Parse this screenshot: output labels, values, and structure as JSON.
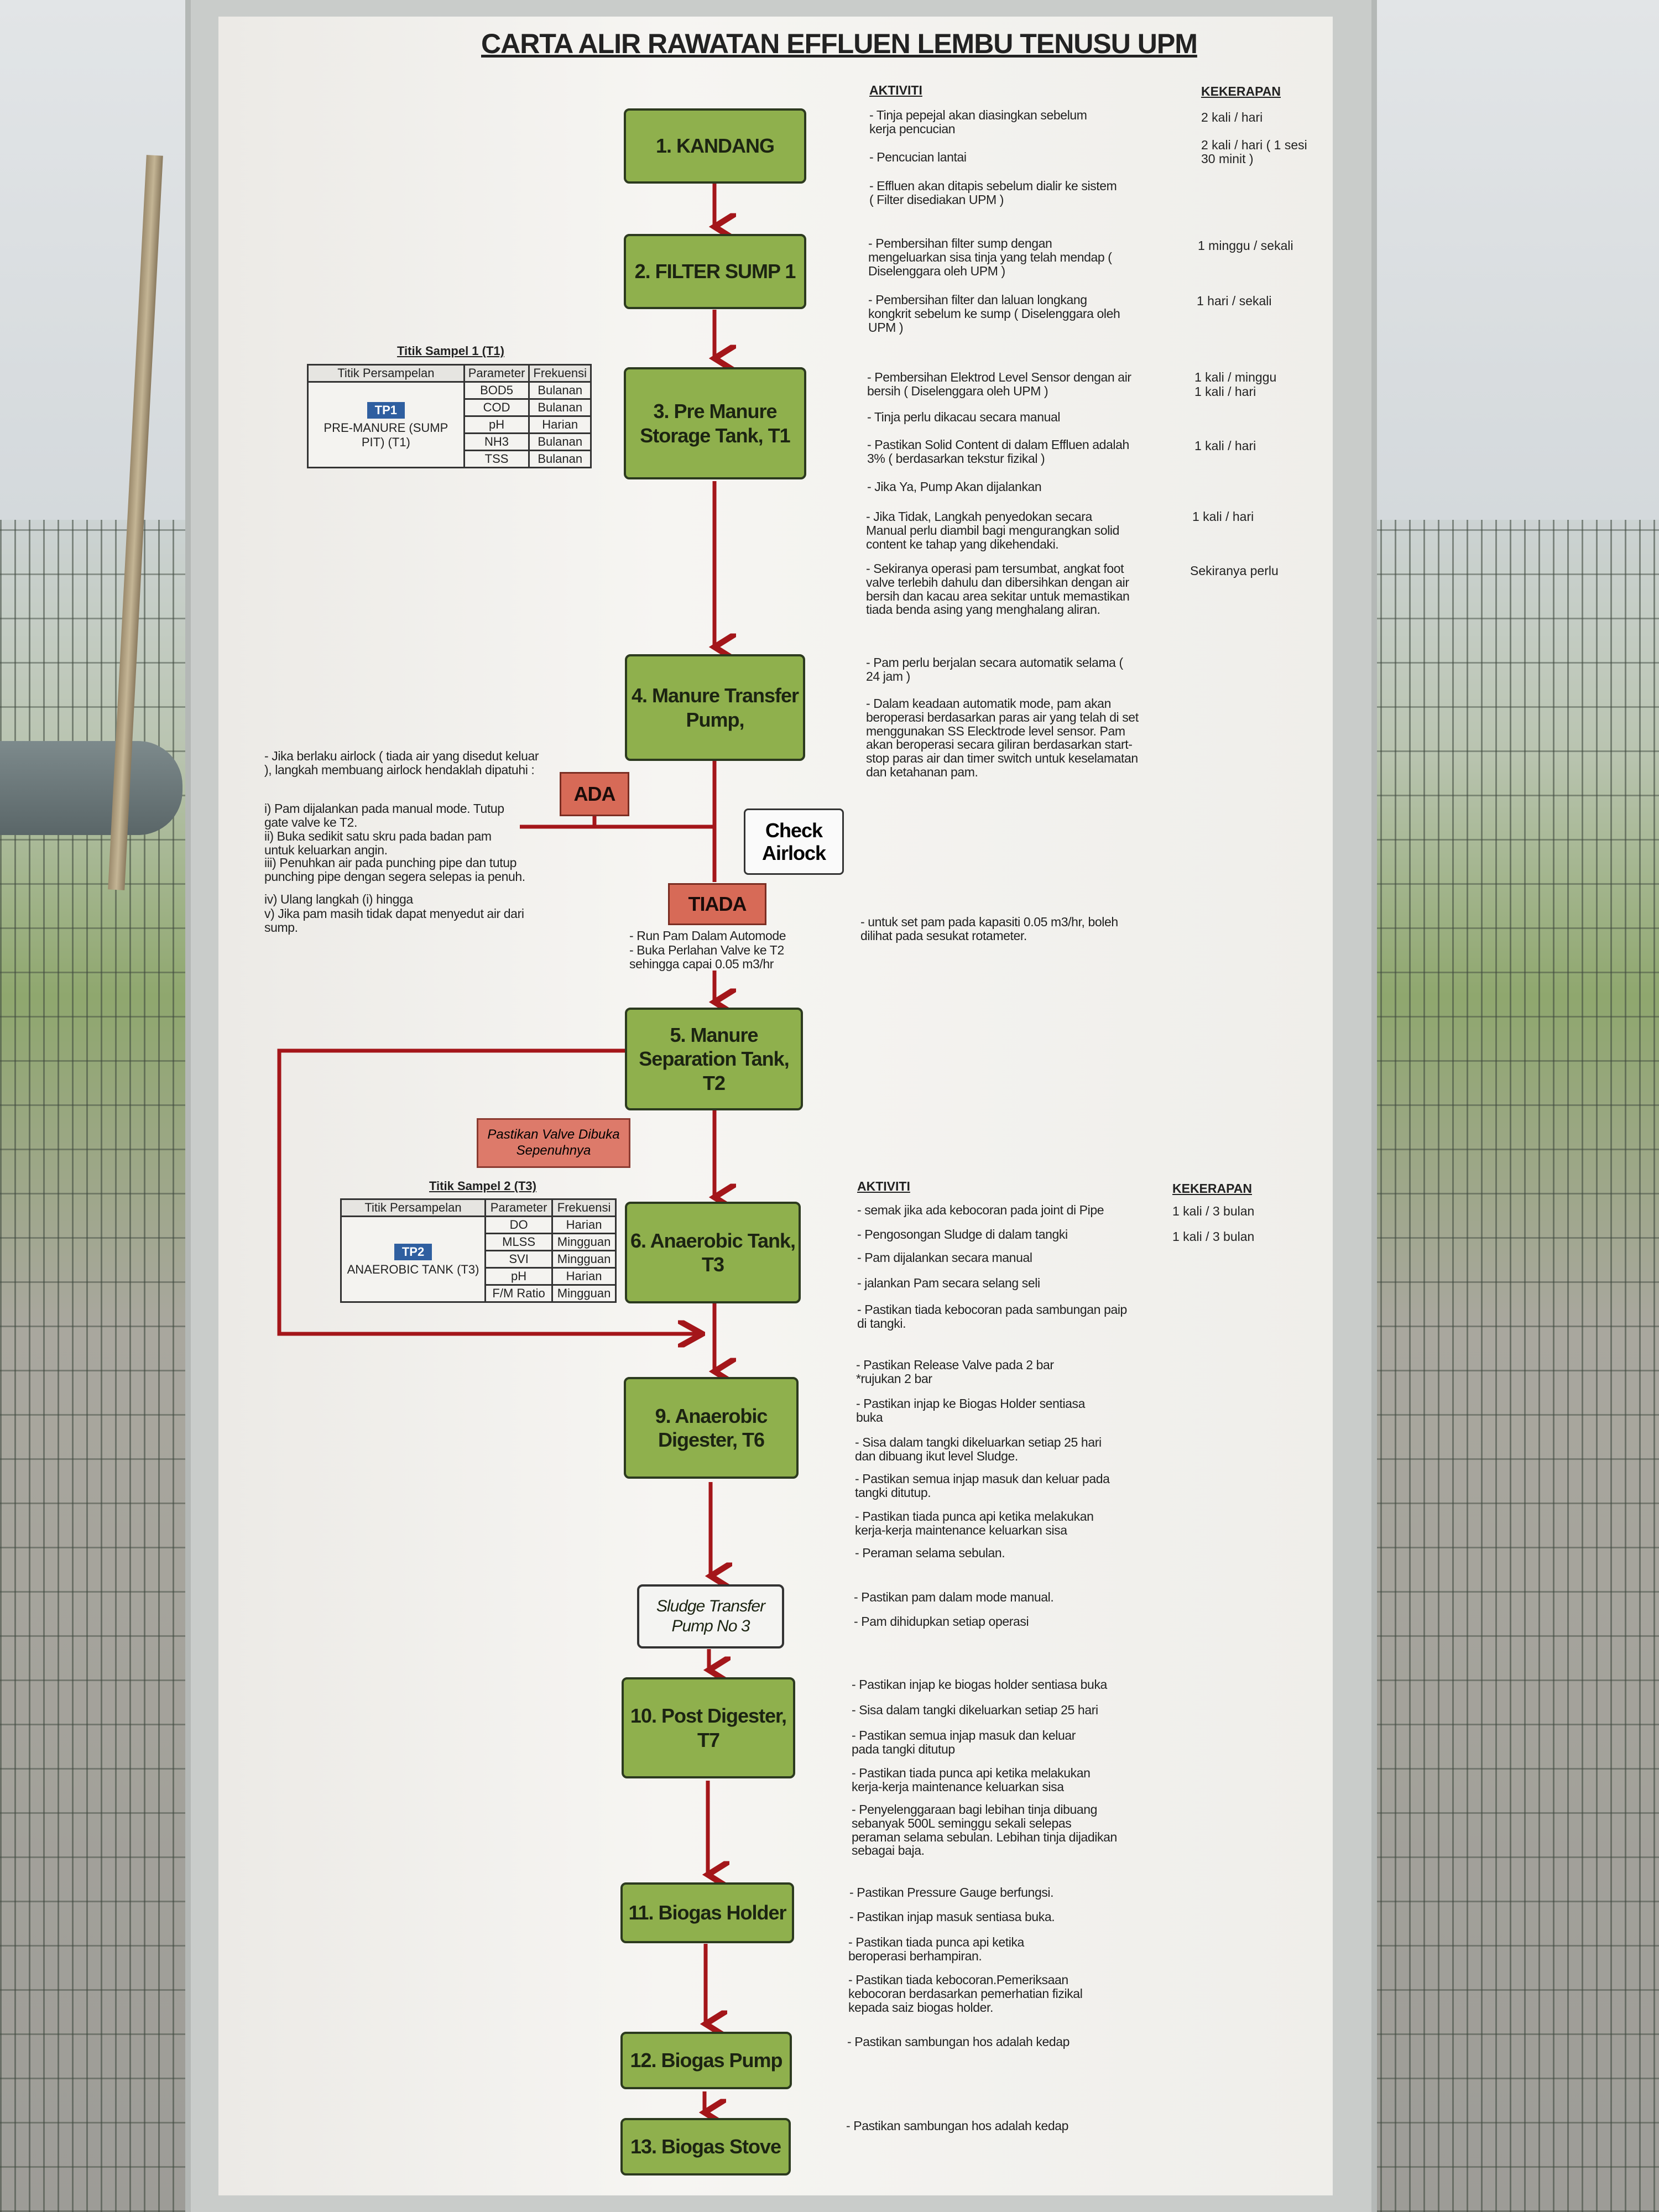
{
  "title": "CARTA ALIR RAWATAN EFFLUEN LEMBU TENUSU UPM",
  "steps": {
    "s1": "1. KANDANG",
    "s2": "2. FILTER SUMP 1",
    "s3": "3. Pre Manure Storage Tank, T1",
    "s4": "4. Manure Transfer Pump,",
    "s5": "5. Manure Separation Tank, T2",
    "s6": "6. Anaerobic Tank, T3",
    "s9": "9. Anaerobic Digester, T6",
    "sludge": "Sludge Transfer Pump No 3",
    "s10": "10. Post Digester, T7",
    "s11": "11. Biogas Holder",
    "s12": "12. Biogas Pump",
    "s13": "13. Biogas Stove"
  },
  "labels": {
    "ada": "ADA",
    "tiada": "TIADA",
    "check_airlock": "Check Airlock",
    "valve": "Pastikan Valve Dibuka Sepenuhnya"
  },
  "headers": {
    "aktiviti": "AKTIVITI",
    "kekerapan": "KEKERAPAN"
  },
  "activities1": [
    "- Tinja pepejal akan diasingkan sebelum kerja pencucian",
    "- Pencucian lantai",
    "- Effluen akan ditapis sebelum dialir ke sistem ( Filter disediakan UPM )",
    "- Pembersihan filter sump dengan mengeluarkan sisa tinja yang telah mendap ( Diselenggara oleh UPM )",
    "- Pembersihan filter dan laluan longkang kongkrit sebelum ke sump ( Diselenggara oleh UPM )",
    "- Pembersihan Elektrod Level Sensor dengan air bersih ( Diselenggara oleh UPM )",
    "- Tinja perlu dikacau secara manual",
    "- Pastikan Solid Content di dalam Effluen adalah 3% ( berdasarkan tekstur fizikal )",
    "- Jika Ya, Pump Akan dijalankan",
    "- Jika Tidak, Langkah penyedokan secara Manual perlu diambil bagi mengurangkan solid content ke tahap yang dikehendaki.",
    "- Sekiranya operasi pam tersumbat, angkat foot valve terlebih dahulu dan dibersihkan dengan air bersih dan kacau area sekitar untuk memastikan tiada benda asing yang menghalang aliran.",
    "- Pam perlu berjalan secara automatik selama ( 24 jam )",
    "- Dalam keadaan automatik mode, pam akan beroperasi berdasarkan paras air yang telah di set menggunakan SS Elecktrode level sensor. Pam akan beroperasi secara giliran berdasarkan start-stop paras air dan timer switch untuk keselamatan dan ketahanan pam.",
    "- untuk set pam pada kapasiti 0.05 m3/hr, boleh dilihat pada sesukat rotameter."
  ],
  "freq1": [
    "2 kali / hari",
    "2 kali / hari ( 1 sesi 30 minit )",
    "1 minggu / sekali",
    "1 hari / sekali",
    "1 kali / minggu",
    "1 kali / hari",
    "1 kali / hari",
    "1 kali / hari",
    "Sekiranya perlu"
  ],
  "airlock_text": [
    "- Jika berlaku airlock ( tiada air yang disedut keluar ), langkah membuang airlock hendaklah dipatuhi :",
    "i) Pam dijalankan pada manual mode. Tutup gate valve ke T2.",
    "ii) Buka sedikit satu skru pada badan pam untuk keluarkan angin.",
    "iii) Penuhkan air pada punching pipe dan tutup punching pipe dengan segera selepas ia penuh.",
    "iv) Ulang langkah (i) hingga",
    "v) Jika pam masih tidak dapat menyedut air dari sump."
  ],
  "tiada_text": [
    "- Run Pam Dalam Automode",
    "- Buka Perlahan Valve ke T2 sehingga capai 0.05 m3/hr"
  ],
  "table1": {
    "title": "Titik Sampel 1 (T1)",
    "headers": [
      "Titik Persampelan",
      "Parameter",
      "Frekuensi"
    ],
    "tp": "TP1",
    "point": "PRE-MANURE (SUMP PIT) (T1)",
    "rows": [
      [
        "BOD5",
        "Bulanan"
      ],
      [
        "COD",
        "Bulanan"
      ],
      [
        "pH",
        "Harian"
      ],
      [
        "NH3",
        "Bulanan"
      ],
      [
        "TSS",
        "Bulanan"
      ]
    ]
  },
  "table2": {
    "title": "Titik Sampel 2 (T3)",
    "headers": [
      "Titik Persampelan",
      "Parameter",
      "Frekuensi"
    ],
    "tp": "TP2",
    "point": "ANAEROBIC TANK (T3)",
    "rows": [
      [
        "DO",
        "Harian"
      ],
      [
        "MLSS",
        "Mingguan"
      ],
      [
        "SVI",
        "Mingguan"
      ],
      [
        "pH",
        "Harian"
      ],
      [
        "F/M Ratio",
        "Mingguan"
      ]
    ]
  },
  "activities2": [
    "- semak jika ada kebocoran pada joint di Pipe",
    "- Pengosongan Sludge di dalam tangki",
    "- Pam dijalankan secara manual",
    "- jalankan Pam secara selang seli",
    "- Pastikan tiada kebocoran pada sambungan paip di tangki.",
    "- Pastikan Release Valve pada 2 bar *rujukan 2 bar",
    "- Pastikan injap ke Biogas Holder sentiasa buka",
    "- Sisa dalam tangki dikeluarkan setiap 25 hari dan dibuang ikut level Sludge.",
    "- Pastikan semua injap masuk dan keluar pada tangki ditutup.",
    "- Pastikan tiada punca api ketika melakukan kerja-kerja maintenance keluarkan sisa",
    "- Peraman selama sebulan.",
    "- Pastikan pam dalam mode manual.",
    "- Pam dihidupkan setiap operasi",
    "- Pastikan injap ke biogas holder sentiasa buka",
    "- Sisa dalam tangki dikeluarkan setiap 25 hari",
    "- Pastikan semua injap masuk dan keluar pada tangki ditutup",
    "- Pastikan tiada punca api ketika melakukan kerja-kerja maintenance keluarkan sisa",
    "- Penyelenggaraan bagi lebihan tinja dibuang sebanyak 500L seminggu sekali selepas peraman selama sebulan. Lebihan tinja dijadikan sebagai baja.",
    "- Pastikan Pressure Gauge berfungsi.",
    "- Pastikan injap masuk sentiasa buka.",
    "- Pastikan tiada punca api ketika beroperasi berhampiran.",
    "- Pastikan tiada kebocoran.Pemeriksaan kebocoran berdasarkan pemerhatian fizikal kepada saiz biogas holder.",
    "- Pastikan sambungan hos adalah kedap",
    "- Pastikan sambungan hos adalah kedap"
  ],
  "freq2": [
    "1 kali / 3 bulan",
    "1 kali / 3 bulan"
  ],
  "colors": {
    "step_green": "#8fb04d",
    "label_red": "#d76a57",
    "arrow_red": "#a4161a",
    "tp_blue": "#2f5fa0"
  }
}
